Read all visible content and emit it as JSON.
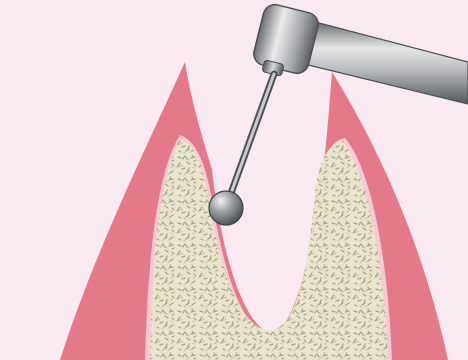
{
  "illustration": {
    "colors": {
      "background": "#f9e9f1",
      "gum": "#e4798a",
      "gum_shadow": "#d86b7d",
      "gum_inner_edge": "#f6c9d3",
      "bone": "#e9e4cb",
      "bone_speckle": "#a9a38c",
      "handpiece_light": "#e5e6e7",
      "handpiece_mid": "#a8abae",
      "handpiece_dark": "#55585b",
      "bur_ball": "#8a8d90"
    },
    "icons": [
      "gum-tissue",
      "jaw-bone",
      "dental-handpiece",
      "round-bur"
    ]
  }
}
